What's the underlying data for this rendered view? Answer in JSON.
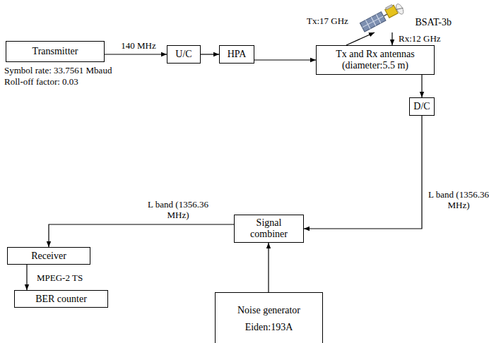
{
  "diagram": {
    "nodes": [
      {
        "text": [
          "Transmitter"
        ]
      },
      {
        "text": [
          "U/C"
        ]
      },
      {
        "text": [
          "HPA"
        ]
      },
      {
        "text": [
          "BSAT-3b"
        ]
      },
      {
        "text": [
          "Tx and Rx antennas (diameter:5.5 m)"
        ]
      },
      {
        "text": [
          "D/C"
        ]
      },
      {
        "text": [
          "Signal combiner"
        ]
      },
      {
        "text": [
          "Receiver"
        ]
      },
      {
        "text": [
          "BER counter"
        ]
      },
      {
        "text": [
          "Noise generator Eiden:193A"
        ]
      }
    ],
    "edges": [
      {
        "from": 0,
        "to": 1,
        "label": "140 MHz",
        "arrow": "to"
      },
      {
        "from": 1,
        "to": 2,
        "arrow": "to"
      },
      {
        "from": 2,
        "to": 4,
        "arrow": "to"
      },
      {
        "from": 4,
        "to": 3,
        "label": "Tx:17 GHz",
        "arrow": "to"
      },
      {
        "from": 3,
        "to": 4,
        "label": "Rx:12 GHz",
        "arrow": "to"
      },
      {
        "from": 4,
        "to": 5,
        "arrow": "to"
      },
      {
        "from": 5,
        "to": 6,
        "label": "L band (1356.36 MHz)",
        "arrow": "to"
      },
      {
        "from": 6,
        "to": 7,
        "label": "L band (1356.36 MHz)",
        "arrow": "to"
      },
      {
        "from": 7,
        "to": 8,
        "label": "MPEG-2 TS",
        "arrow": "to"
      },
      {
        "from": 9,
        "to": 6,
        "arrow": "to"
      }
    ],
    "labels": [
      "Symbol rate: 33.7561 Mbaud",
      "Roll-off factor: 0.03"
    ]
  }
}
